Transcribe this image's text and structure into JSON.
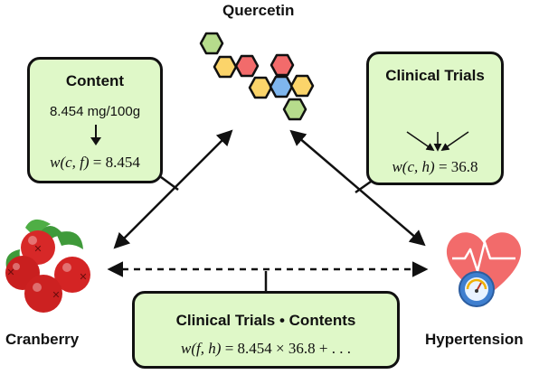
{
  "nodes": {
    "compound": "Quercetin",
    "food": "Cranberry",
    "disease": "Hypertension"
  },
  "content_box": {
    "title": "Content",
    "value": "8.454 mg/100g",
    "formula_lhs": "w(c, f)",
    "formula_rhs": "= 8.454"
  },
  "trials_box": {
    "title": "Clinical Trials",
    "formula_lhs": "w(c, h)",
    "formula_rhs": "= 36.8"
  },
  "combined_box": {
    "title": "Clinical Trials • Contents",
    "formula_lhs": "w(f, h)",
    "formula_rhs": "= 8.454 × 36.8 + . . ."
  },
  "colors": {
    "box_fill": "#dff8c8",
    "hex_green": "#b6dc8c",
    "hex_yellow": "#fbd46a",
    "hex_red": "#f26b6b",
    "hex_blue": "#7fb6ee"
  }
}
